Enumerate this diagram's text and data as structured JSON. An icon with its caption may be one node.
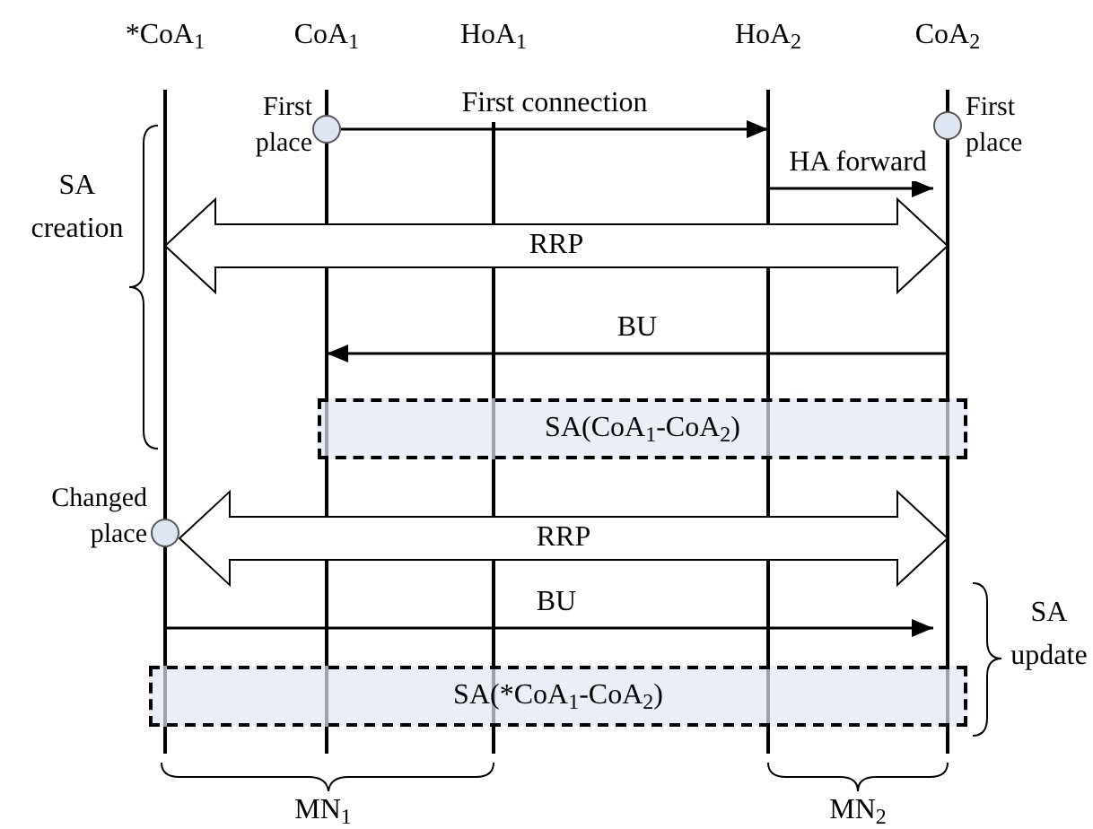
{
  "diagram": {
    "nodes": [
      {
        "text": [
          "*CoA$_{1}$"
        ]
      },
      {
        "text": [
          "CoA$_{1}$"
        ]
      },
      {
        "text": [
          "HoA$_{1}$"
        ]
      },
      {
        "text": [
          "HoA$_{2}$"
        ]
      },
      {
        "text": [
          "CoA$_{2}$"
        ]
      },
      {
        "text": [],
        "shape": "circle",
        "beside": [
          "First place"
        ]
      },
      {
        "text": [],
        "shape": "circle",
        "beside": [
          "First place"
        ]
      },
      {
        "text": [],
        "shape": "circle",
        "beside": [
          "Changed place"
        ]
      },
      {
        "text": [
          "SA(CoA$_{1}$-CoA$_{2}$)"
        ]
      },
      {
        "text": [
          "SA(*CoA$_{1}$-CoA$_{2}$)"
        ]
      }
    ],
    "edges": [
      {
        "from": 5,
        "to": 3,
        "arrow": "to",
        "label": "First connection"
      },
      {
        "from": 3,
        "to": 4,
        "arrow": "to",
        "label": "HA forward"
      },
      {
        "from": 0,
        "to": 4,
        "arrow": "both",
        "label": "RRP",
        "style": "thick"
      },
      {
        "from": 4,
        "to": 1,
        "arrow": "to",
        "label": "BU"
      },
      {
        "from": 7,
        "to": 4,
        "arrow": "both",
        "label": "RRP",
        "style": "thick"
      },
      {
        "from": 0,
        "to": 4,
        "arrow": "to",
        "label": "BU"
      }
    ],
    "labels": [
      "SA creation",
      "SA update",
      "MN$_{1}$",
      "MN$_{2}$"
    ]
  }
}
